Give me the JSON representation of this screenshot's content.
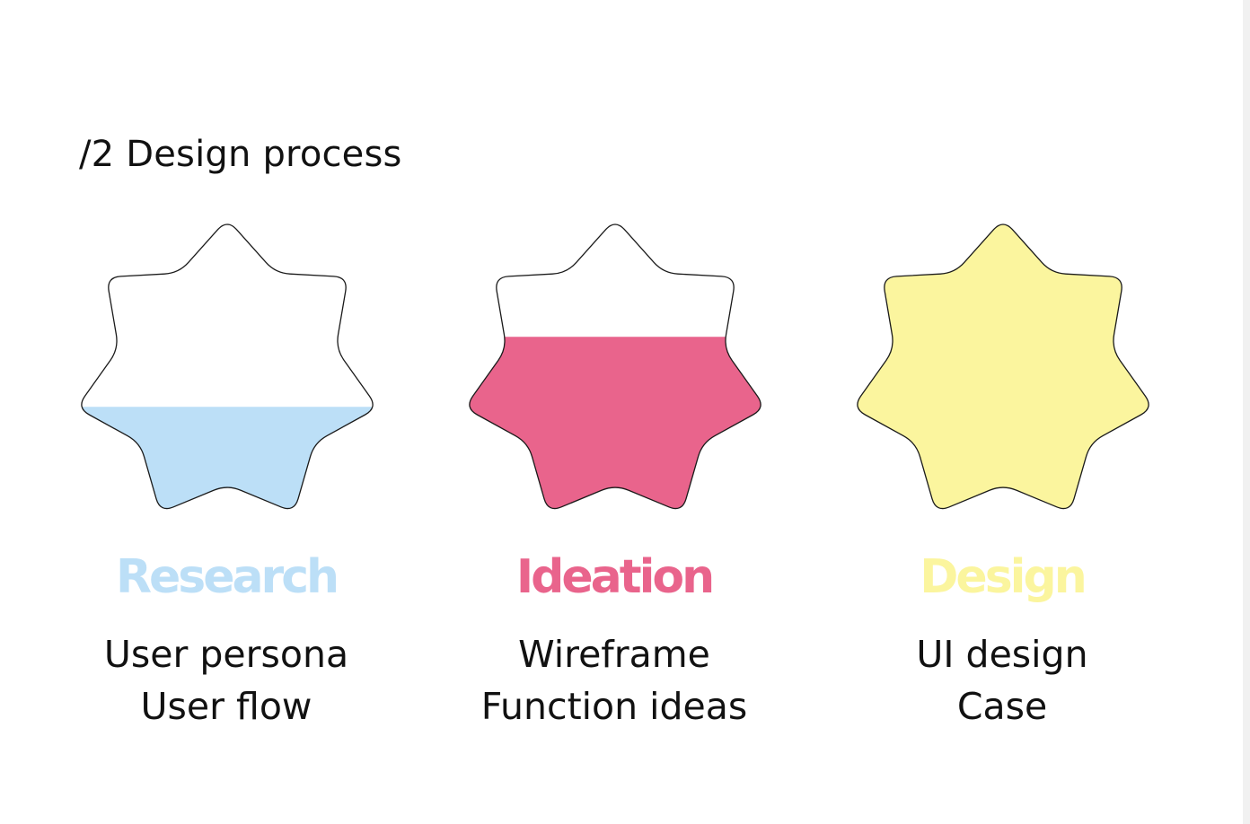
{
  "page": {
    "title": "/2 Design process"
  },
  "stages": [
    {
      "name": "Research",
      "color": "#bcdff7",
      "fill_fraction": 0.35,
      "tasks": [
        "User persona",
        "User flow"
      ]
    },
    {
      "name": "Ideation",
      "color": "#e9648c",
      "fill_fraction": 0.59,
      "tasks": [
        "Wireframe",
        "Function ideas"
      ]
    },
    {
      "name": "Design",
      "color": "#fbf59e",
      "fill_fraction": 1.0,
      "tasks": [
        "UI design",
        "Case"
      ]
    }
  ]
}
